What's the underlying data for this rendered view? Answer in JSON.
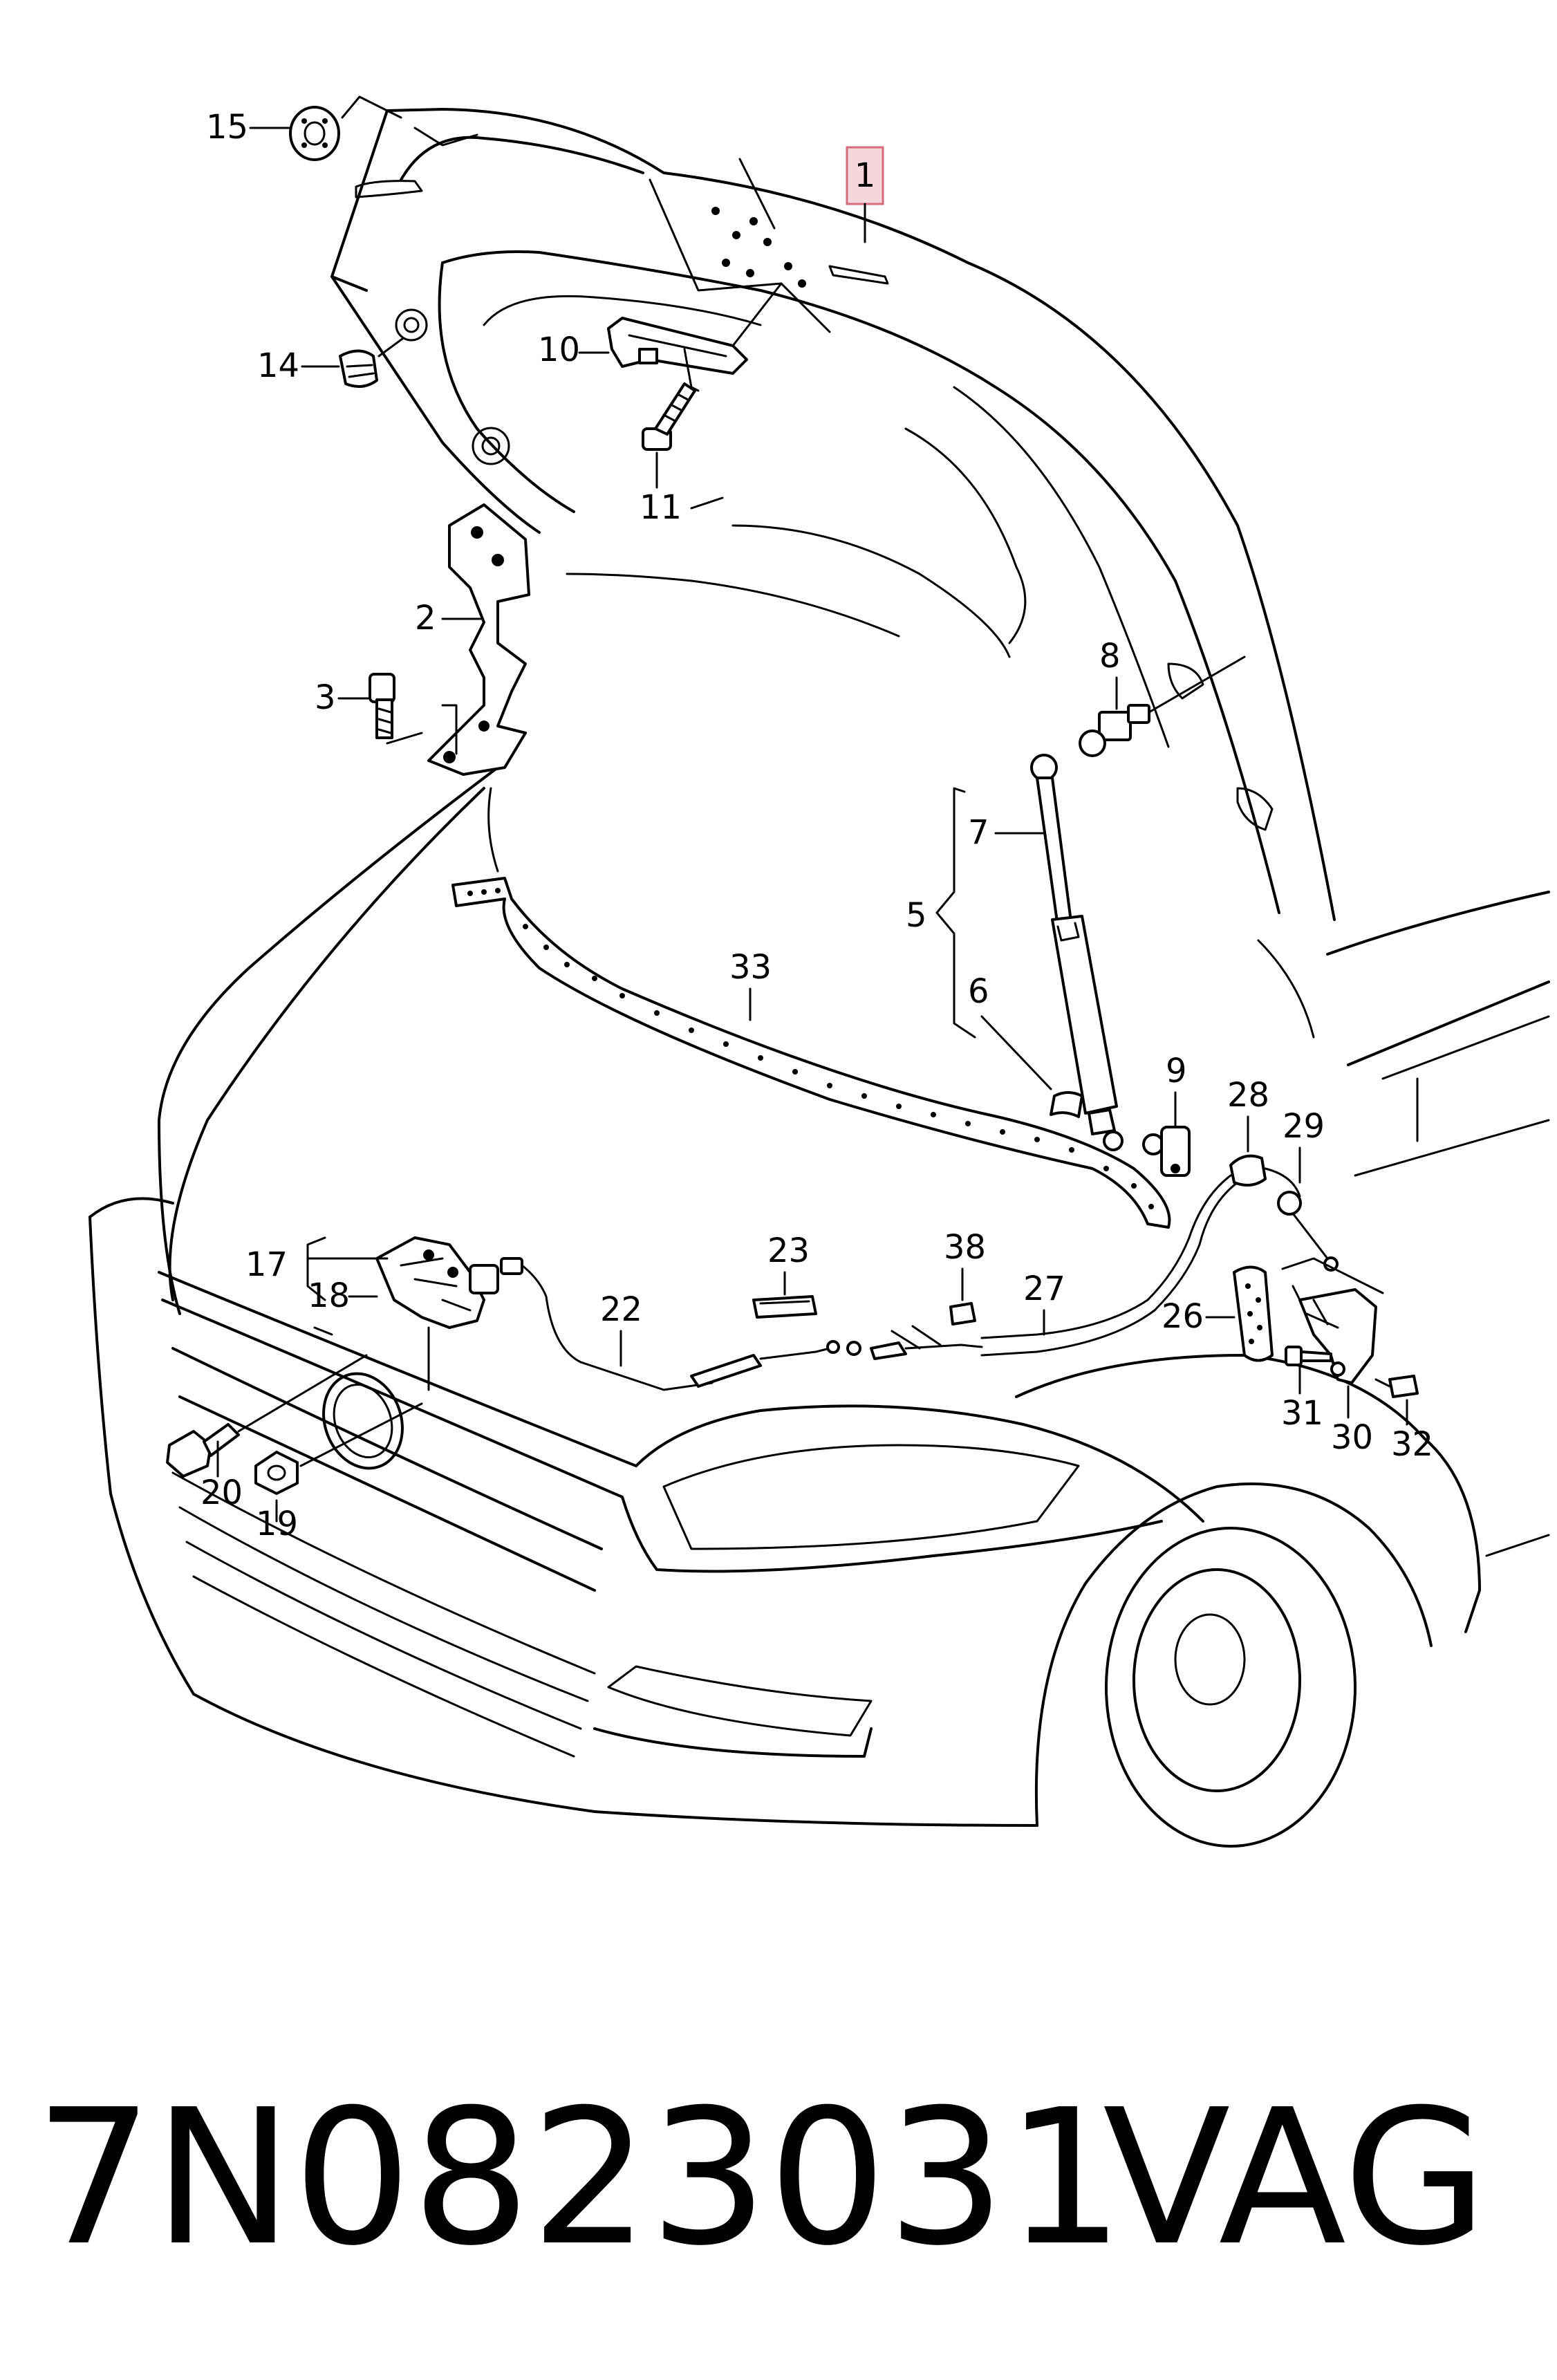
{
  "labels": {
    "p1": "1",
    "p2": "2",
    "p3": "3",
    "p5": "5",
    "p6": "6",
    "p7": "7",
    "p8": "8",
    "p9": "9",
    "p10": "10",
    "p11": "11",
    "p14": "14",
    "p15": "15",
    "p17": "17",
    "p18": "18",
    "p19": "19",
    "p20": "20",
    "p22": "22",
    "p23": "23",
    "p26": "26",
    "p27": "27",
    "p28": "28",
    "p29": "29",
    "p30": "30",
    "p31": "31",
    "p32": "32",
    "p33": "33",
    "p38": "38"
  },
  "footer": {
    "part_number": "7N0823031",
    "brand": "VAG"
  },
  "colors": {
    "line": "#000000",
    "highlight_box": "#f6d7dc",
    "highlight_border": "#d46a7c"
  }
}
